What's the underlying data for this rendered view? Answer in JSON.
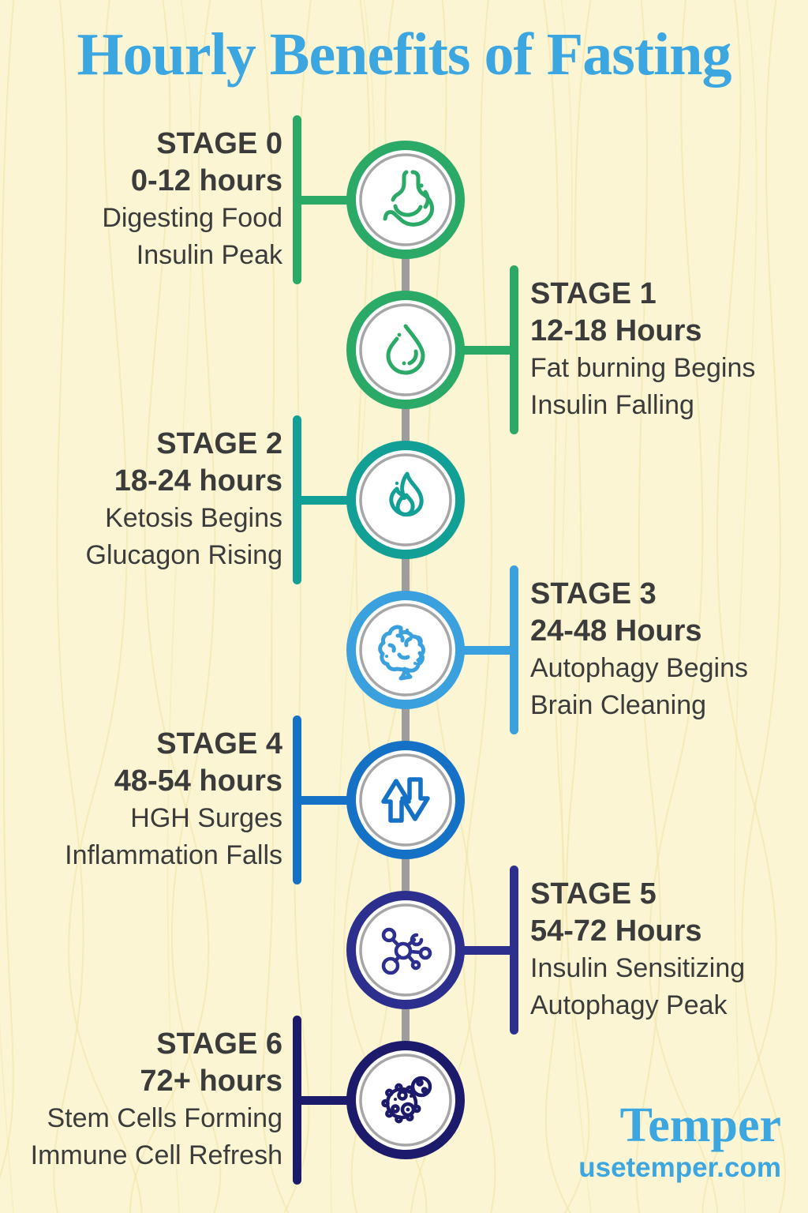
{
  "title": "Hourly Benefits of Fasting",
  "footer": {
    "brand": "Temper",
    "website": "usetemper.com"
  },
  "colors": {
    "background": "#FCF5D3",
    "pattern_line": "#F3E5AF",
    "accent_blue": "#3CA6E0",
    "text": "#3B3B3B",
    "spine_gray": "#9D9D9D",
    "inner_ring_gray": "#A6A6A6",
    "circle_fill": "#FFFFFF"
  },
  "stages": [
    {
      "label": "STAGE 0",
      "hours": "0-12 hours",
      "benefits": [
        "Digesting Food",
        "Insulin Peak"
      ],
      "icon": "stomach-icon",
      "color": "#2BA966",
      "side": "left"
    },
    {
      "label": "STAGE 1",
      "hours": "12-18 Hours",
      "benefits": [
        "Fat burning Begins",
        "Insulin Falling"
      ],
      "icon": "water-drop-icon",
      "color": "#2BA966",
      "side": "right"
    },
    {
      "label": "STAGE 2",
      "hours": "18-24 hours",
      "benefits": [
        "Ketosis Begins",
        "Glucagon Rising"
      ],
      "icon": "flame-icon",
      "color": "#12A096",
      "side": "left"
    },
    {
      "label": "STAGE 3",
      "hours": "24-48 Hours",
      "benefits": [
        "Autophagy Begins",
        "Brain Cleaning"
      ],
      "icon": "brain-icon",
      "color": "#3BA0DE",
      "side": "right"
    },
    {
      "label": "STAGE 4",
      "hours": "48-54 hours",
      "benefits": [
        "HGH Surges",
        "Inflammation Falls"
      ],
      "icon": "arrows-up-down-icon",
      "color": "#1471C6",
      "side": "left"
    },
    {
      "label": "STAGE 5",
      "hours": "54-72 Hours",
      "benefits": [
        "Insulin Sensitizing",
        "Autophagy Peak"
      ],
      "icon": "molecule-icon",
      "color": "#2D2F8E",
      "side": "right"
    },
    {
      "label": "STAGE 6",
      "hours": "72+ hours",
      "benefits": [
        "Stem Cells Forming",
        "Immune Cell Refresh"
      ],
      "icon": "stem-cell-icon",
      "color": "#1C1A6B",
      "side": "left"
    }
  ]
}
